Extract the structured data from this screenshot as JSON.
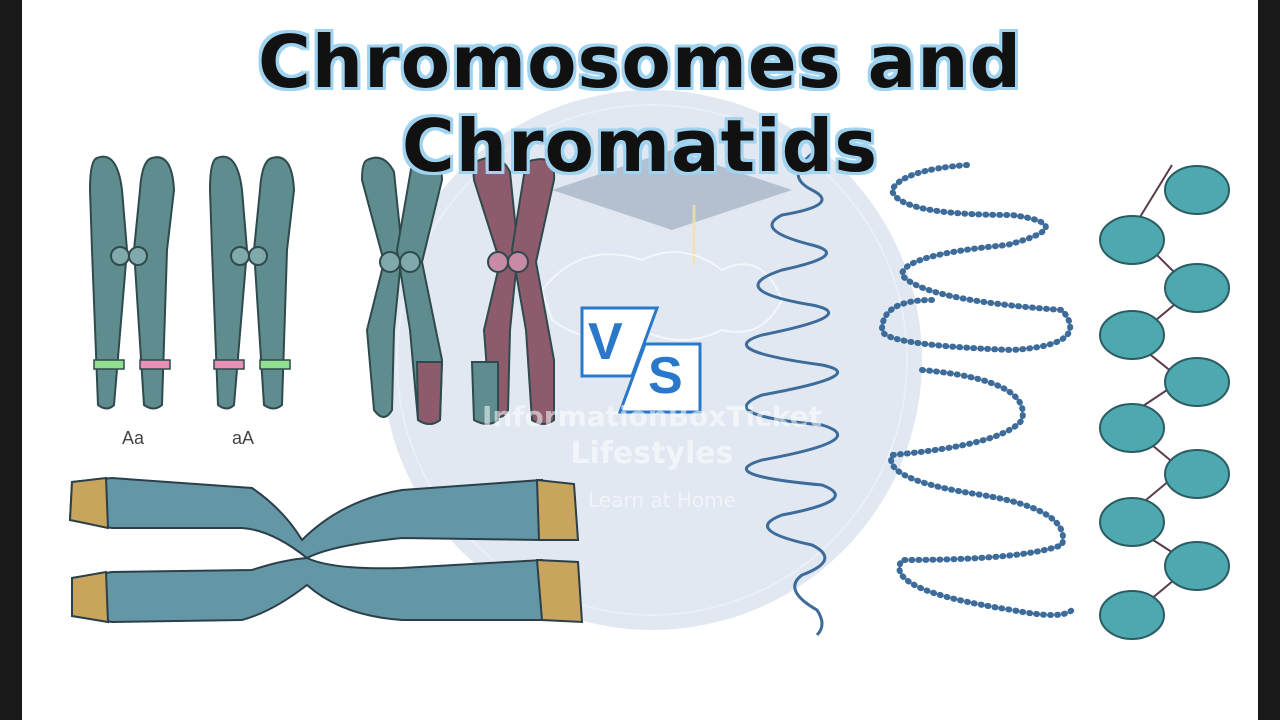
{
  "title": "Chromosomes and Chromatids",
  "allele_labels": [
    "Aa",
    "aA"
  ],
  "watermark": {
    "line1": "InformationBoxTicket",
    "line2": "Lifestyles",
    "line3": "Learn at Home"
  },
  "vs_badge": {
    "v": "V",
    "s": "S"
  },
  "colors": {
    "teal": "#5f8d8f",
    "maroon": "#8d5b6c",
    "green_band": "#8fe08f",
    "pink_band": "#e88fb6",
    "telomere": "#c9a45c",
    "chromatid_blue": "#6497a6",
    "dna_blue": "#3d6c9b",
    "nucleosome": "#4ea8b0"
  }
}
